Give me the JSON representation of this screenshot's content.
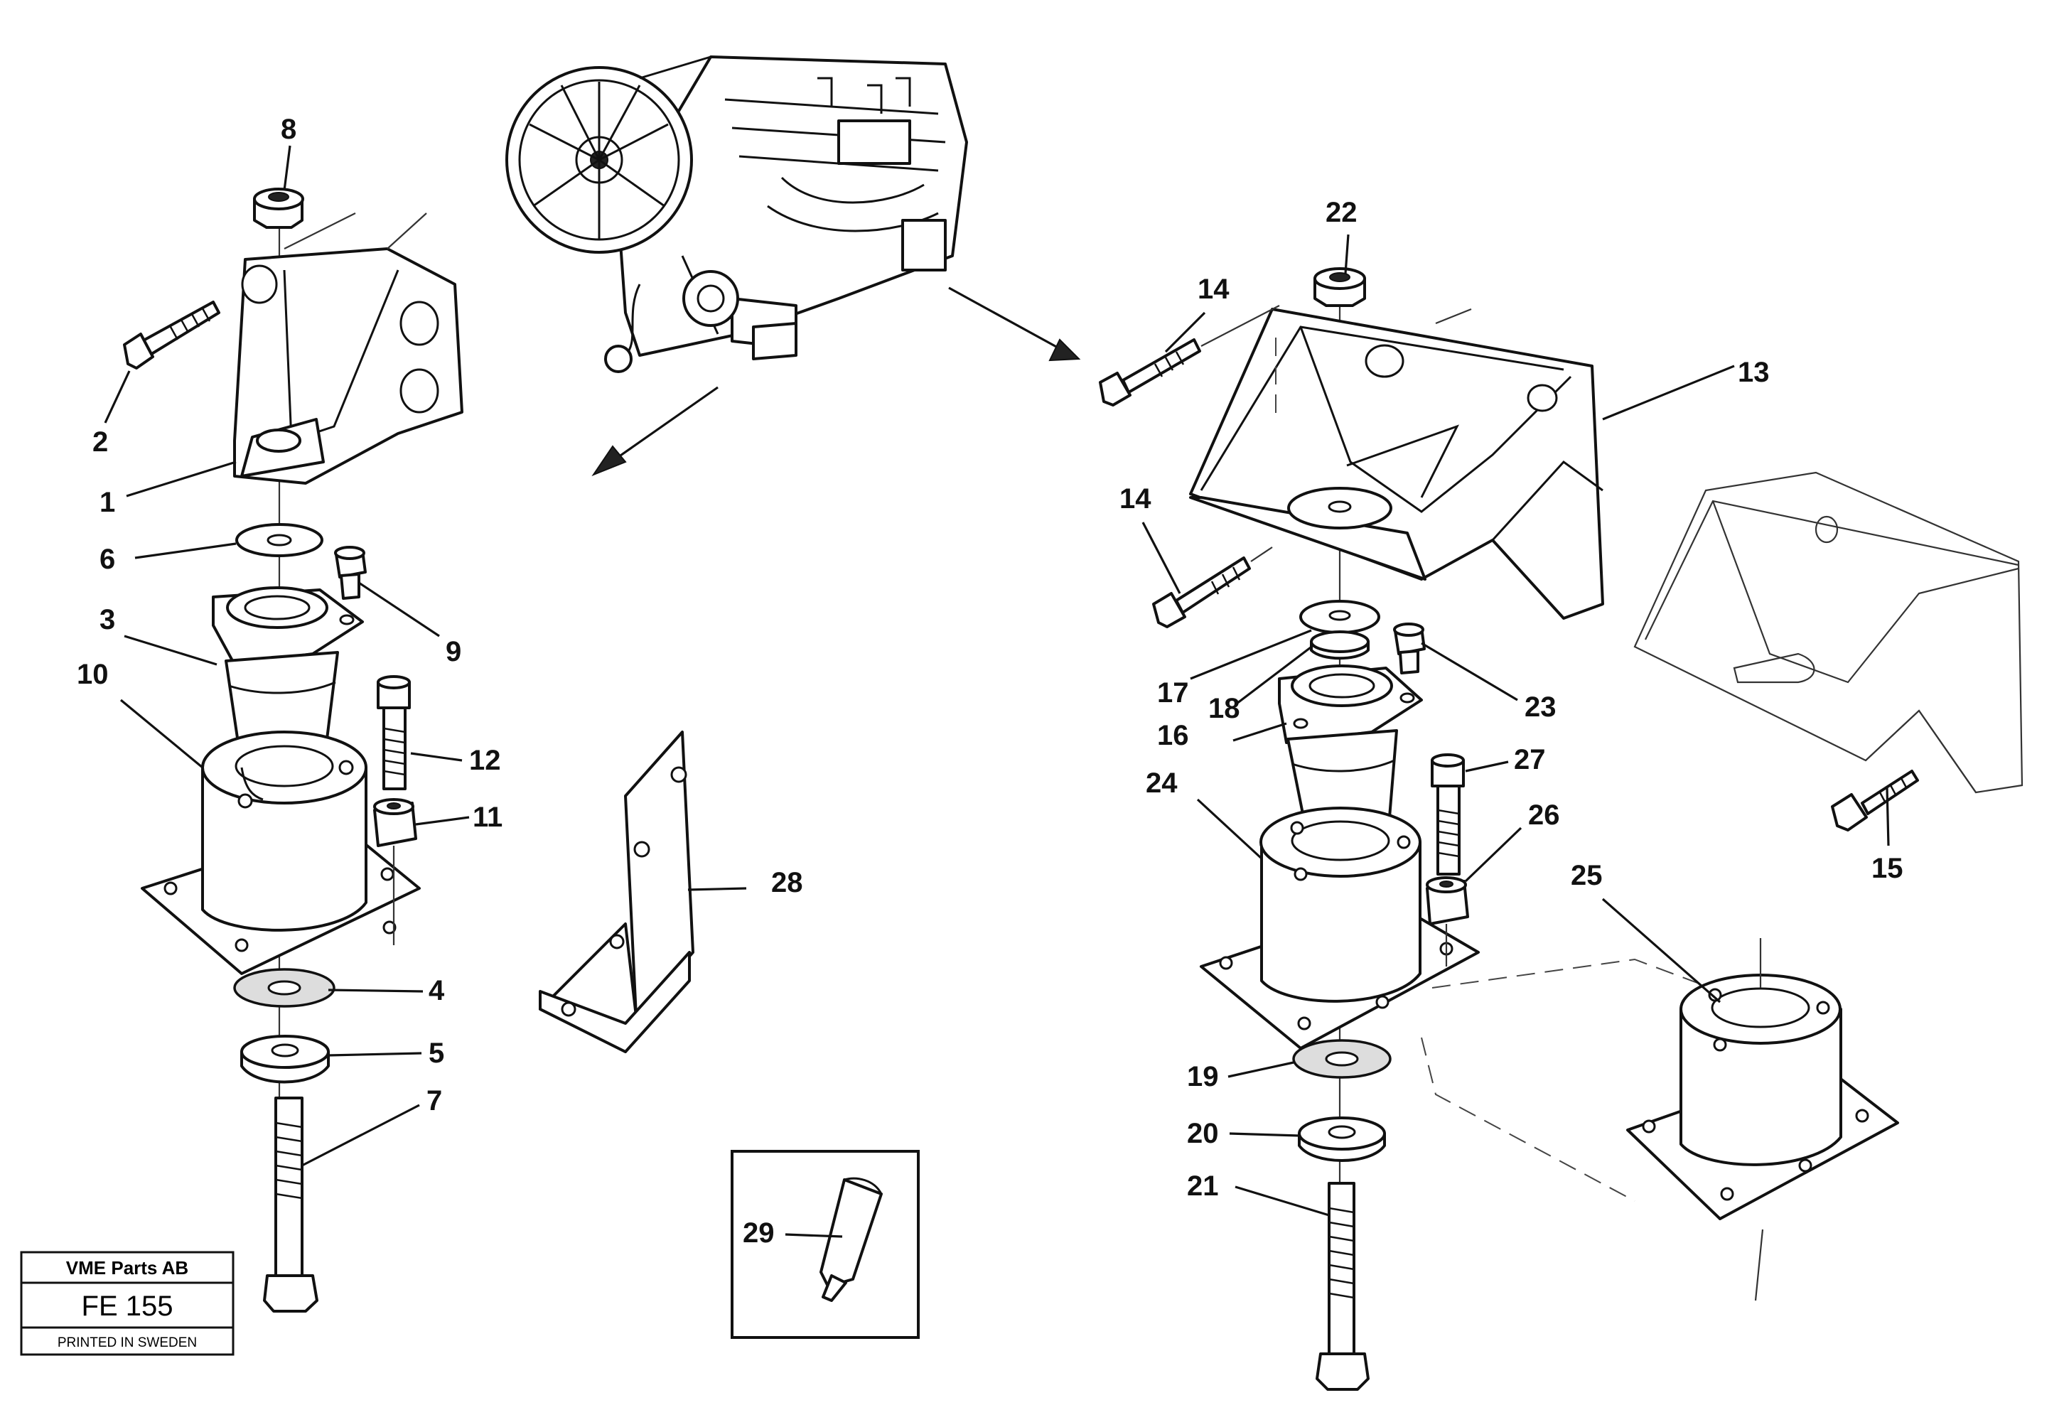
{
  "callouts": {
    "c1": "1",
    "c2": "2",
    "c3": "3",
    "c4": "4",
    "c5": "5",
    "c6": "6",
    "c7": "7",
    "c8": "8",
    "c9": "9",
    "c10": "10",
    "c11": "11",
    "c12": "12",
    "c13": "13",
    "c14a": "14",
    "c14b": "14",
    "c15": "15",
    "c16": "16",
    "c17": "17",
    "c18": "18",
    "c19": "19",
    "c20": "20",
    "c21": "21",
    "c22": "22",
    "c23": "23",
    "c24": "24",
    "c25": "25",
    "c26": "26",
    "c27": "27",
    "c28": "28",
    "c29": "29"
  },
  "title_block": {
    "company": "VME Parts AB",
    "code": "FE 155",
    "printed": "PRINTED IN SWEDEN"
  }
}
